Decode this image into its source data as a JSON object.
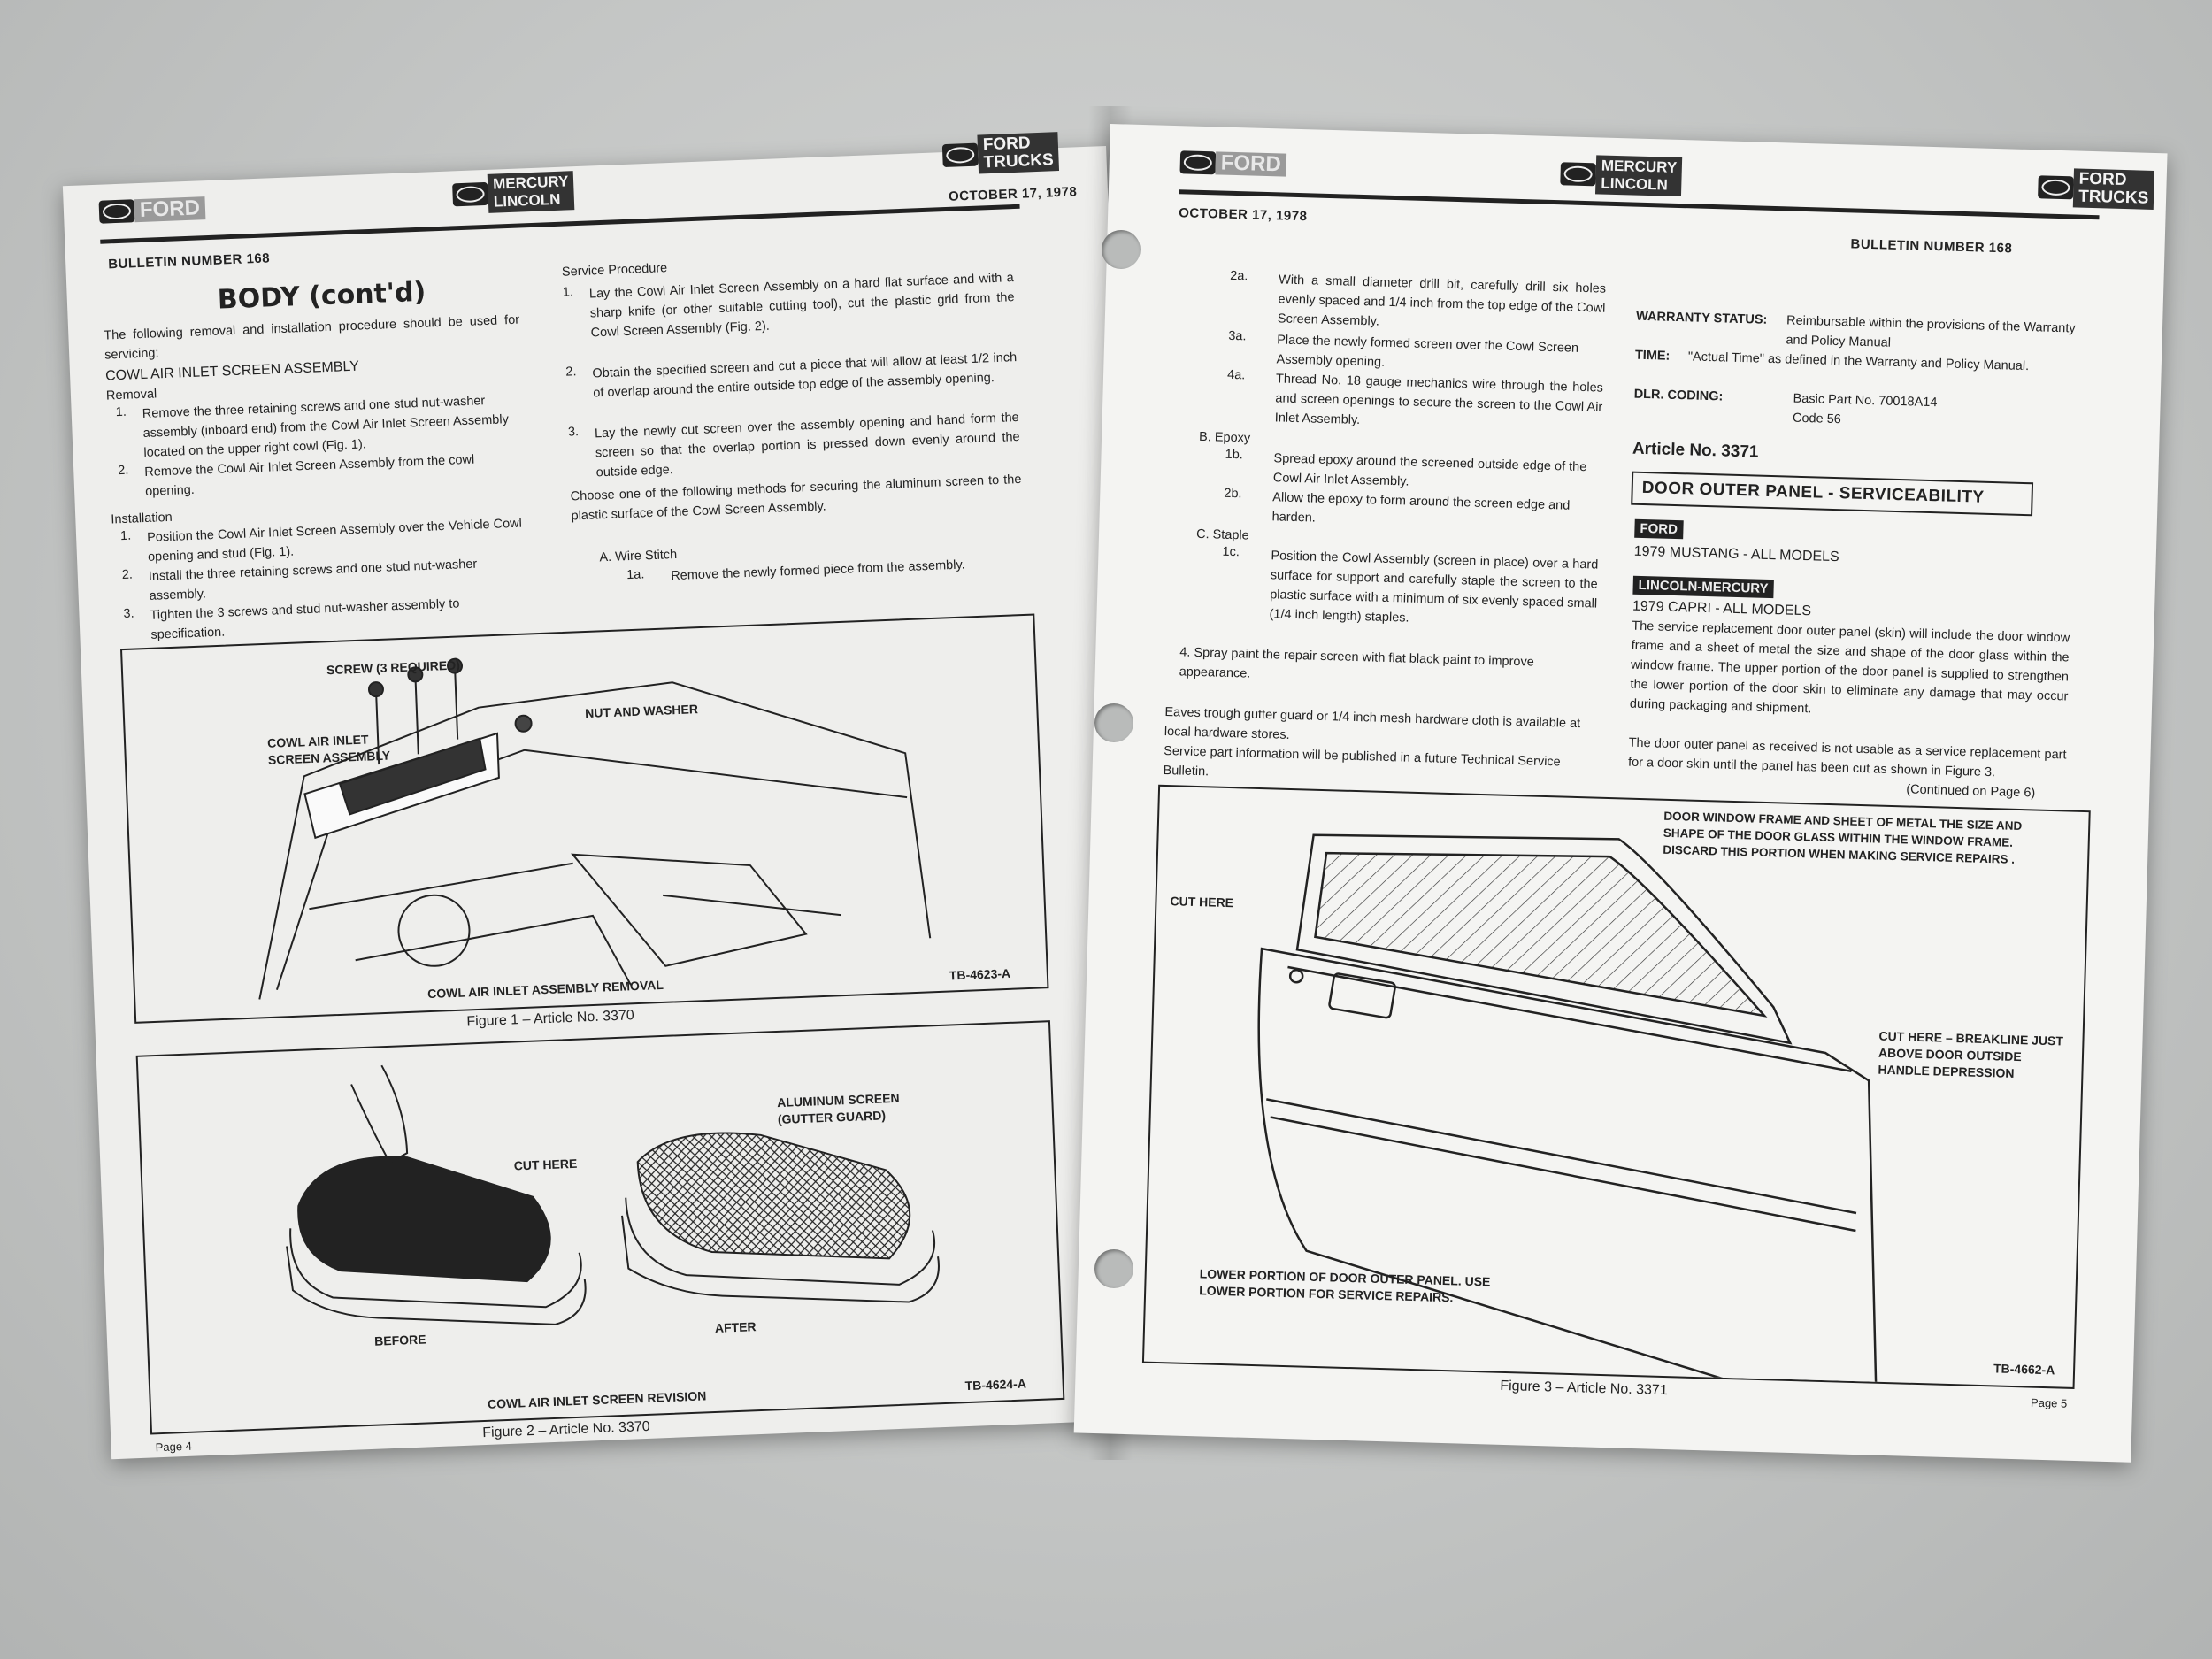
{
  "left_page": {
    "logos": {
      "ford": "FORD",
      "mercury": "MERCURY",
      "lincoln": "LINCOLN",
      "ford_trucks_1": "FORD",
      "ford_trucks_2": "TRUCKS"
    },
    "date": "OCTOBER 17, 1978",
    "bulletin": "BULLETIN NUMBER 168",
    "title": "BODY (cont'd)",
    "intro": "The following removal and installation procedure should be used for servicing:",
    "assembly": "COWL AIR INLET SCREEN ASSEMBLY",
    "removal_heading": "Removal",
    "removal_items": [
      "Remove the three retaining screws and one stud nut-washer assembly (inboard end) from the Cowl Air Inlet Screen Assembly located on the upper right cowl (Fig. 1).",
      "Remove the Cowl Air Inlet Screen Assembly from the cowl opening."
    ],
    "installation_heading": "Installation",
    "installation_items": [
      "Position the Cowl Air Inlet Screen Assembly over the Vehicle Cowl opening and stud (Fig. 1).",
      "Install the three retaining screws and one stud nut-washer assembly.",
      "Tighten the 3 screws and stud nut-washer assembly to specification."
    ],
    "service_heading": "Service Procedure",
    "service_items": [
      "Lay the Cowl Air Inlet Screen Assembly on a hard flat surface and with a sharp knife (or other suitable cutting tool), cut the plastic grid from the Cowl Screen Assembly (Fig. 2).",
      "Obtain the specified screen and cut a piece that will allow at least 1/2 inch of overlap around the entire outside top edge of the assembly opening.",
      "Lay the newly cut screen over the assembly opening and hand form the screen so that the overlap portion is pressed down evenly around the outside edge."
    ],
    "choose": "Choose one of the following methods for securing the aluminum screen to the plastic surface of the Cowl Screen Assembly.",
    "wire_stitch": "A. Wire Stitch",
    "step_1a": "1a.",
    "step_1a_text": "Remove the newly formed piece from the assembly.",
    "fig1": {
      "screw": "SCREW (3 REQUIRED)",
      "cowl": "COWL AIR INLET SCREEN ASSEMBLY",
      "nut": "NUT AND WASHER",
      "inner_caption": "COWL AIR INLET ASSEMBLY REMOVAL",
      "code": "TB-4623-A",
      "caption": "Figure 1 – Article No. 3370"
    },
    "fig2": {
      "aluminum": "ALUMINUM SCREEN (GUTTER GUARD)",
      "cut_here": "CUT HERE",
      "before": "BEFORE",
      "after": "AFTER",
      "inner_caption": "COWL AIR INLET SCREEN REVISION",
      "code": "TB-4624-A",
      "caption": "Figure 2 – Article No. 3370"
    },
    "page_num": "Page 4"
  },
  "right_page": {
    "logos": {
      "ford": "FORD",
      "mercury": "MERCURY",
      "lincoln": "LINCOLN",
      "ford_trucks_1": "FORD",
      "ford_trucks_2": "TRUCKS"
    },
    "date": "OCTOBER 17, 1978",
    "bulletin": "BULLETIN NUMBER 168",
    "steps": [
      {
        "n": "2a.",
        "t": "With a small diameter drill bit, carefully drill six holes evenly spaced and 1/4 inch from the top edge of the Cowl Screen Assembly."
      },
      {
        "n": "3a.",
        "t": "Place the newly formed screen over the Cowl Screen Assembly opening."
      },
      {
        "n": "4a.",
        "t": "Thread No. 18 gauge mechanics wire through the holes and screen openings to secure the screen to the Cowl Air Inlet Assembly."
      }
    ],
    "epoxy": "B. Epoxy",
    "epoxy_steps": [
      {
        "n": "1b.",
        "t": "Spread epoxy around the screened outside edge of the Cowl Air Inlet Assembly."
      },
      {
        "n": "2b.",
        "t": "Allow the epoxy to form around the screen edge and harden."
      }
    ],
    "staple": "C. Staple",
    "staple_steps": [
      {
        "n": "1c.",
        "t": "Position the Cowl Assembly (screen in place) over a hard surface for support and carefully staple the screen to the plastic surface with a minimum of six evenly spaced small (1/4 inch length) staples."
      }
    ],
    "step4": "4. Spray paint the repair screen with flat black paint to improve appearance.",
    "eaves": "Eaves trough gutter guard or 1/4 inch mesh hardware cloth is available at local hardware stores.",
    "service_info": "Service part information will be published in a future Technical Service Bulletin.",
    "warranty_label": "WARRANTY STATUS:",
    "warranty_text": "Reimbursable within the provisions of the Warranty and Policy Manual",
    "time_label": "TIME:",
    "time_text": "\"Actual Time\" as defined in the Warranty and Policy Manual.",
    "dlr_label": "DLR. CODING:",
    "dlr_text1": "Basic Part No. 70018A14",
    "dlr_text2": "Code 56",
    "article": "Article No. 3371",
    "box_title": "DOOR OUTER PANEL - SERVICEABILITY",
    "ford_tag": "FORD",
    "mustang": "1979 MUSTANG - ALL MODELS",
    "lm_tag": "LINCOLN-MERCURY",
    "capri": "1979 CAPRI  - ALL MODELS",
    "para1": "The service replacement door outer panel (skin) will include the door window frame and a sheet of metal the size and shape of the door glass within the window frame. The upper portion of the door panel is supplied to strengthen the lower portion of the door skin to eliminate any damage that may occur during packaging and shipment.",
    "para2": "The door outer panel as received is not usable as a service replacement part for a door skin until the panel has been cut as shown in Figure 3.",
    "continued": "(Continued on Page 6)",
    "fig3": {
      "door_window": "DOOR WINDOW FRAME AND SHEET OF METAL THE SIZE AND SHAPE OF THE DOOR GLASS WITHIN THE WINDOW FRAME. DISCARD THIS PORTION WHEN MAKING SERVICE REPAIRS .",
      "cut_here": "CUT HERE",
      "breakline": "CUT HERE – BREAKLINE JUST ABOVE DOOR OUTSIDE HANDLE DEPRESSION",
      "lower": "LOWER PORTION OF DOOR OUTER PANEL. USE LOWER PORTION FOR SERVICE REPAIRS.",
      "code": "TB-4662-A",
      "caption": "Figure 3 – Article No. 3371"
    },
    "page_num": "Page 5"
  },
  "colors": {
    "ink": "#222222",
    "paper": "#f3f3f1",
    "background": "#c4c6c5"
  }
}
